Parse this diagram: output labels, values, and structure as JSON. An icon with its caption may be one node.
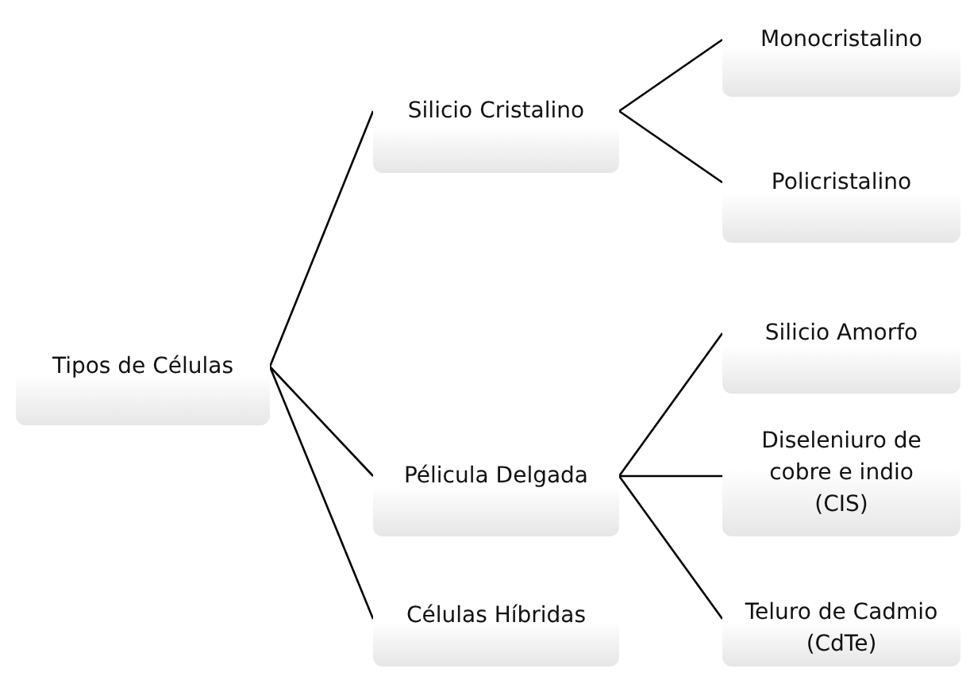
{
  "diagram": {
    "nodes": [
      {
        "text": [
          "Tipos de Células"
        ]
      },
      {
        "text": [
          "Silicio Cristalino"
        ]
      },
      {
        "text": [
          "Pélicula Delgada"
        ]
      },
      {
        "text": [
          "Células Híbridas"
        ]
      },
      {
        "text": [
          "Monocristalino"
        ]
      },
      {
        "text": [
          "Policristalino"
        ]
      },
      {
        "text": [
          "Silicio Amorfo"
        ]
      },
      {
        "text": [
          "Diseleniuro de cobre e indio (CIS)"
        ]
      },
      {
        "text": [
          "Teluro de Cadmio (CdTe)"
        ]
      }
    ],
    "edges": [
      {
        "from": 0,
        "to": 1,
        "arrow": "none"
      },
      {
        "from": 0,
        "to": 2,
        "arrow": "none"
      },
      {
        "from": 0,
        "to": 3,
        "arrow": "none"
      },
      {
        "from": 1,
        "to": 4,
        "arrow": "none"
      },
      {
        "from": 1,
        "to": 5,
        "arrow": "none"
      },
      {
        "from": 2,
        "to": 6,
        "arrow": "none"
      },
      {
        "from": 2,
        "to": 7,
        "arrow": "none"
      },
      {
        "from": 2,
        "to": 8,
        "arrow": "none"
      }
    ]
  }
}
